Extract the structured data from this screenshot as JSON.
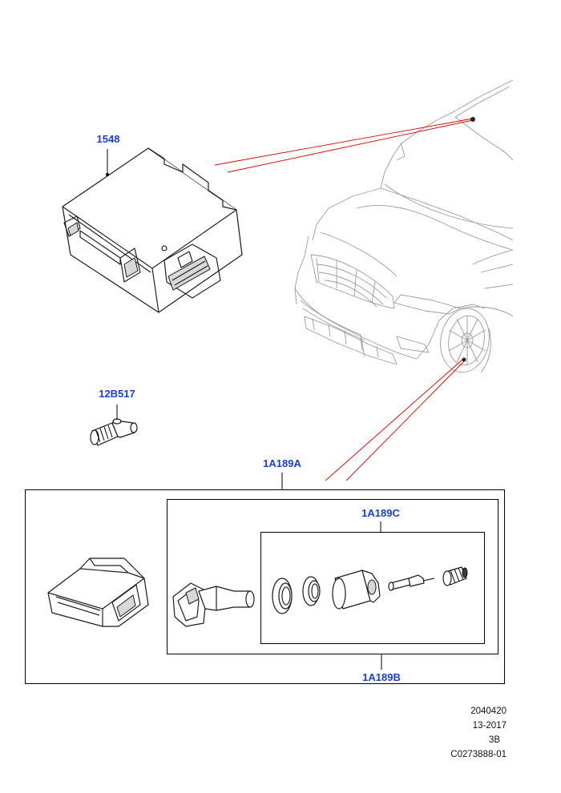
{
  "callouts": {
    "module": "1548",
    "valve_stem": "12B517",
    "sensor_kit": "1A189A",
    "sensor_assembly": "1A189B",
    "valve_kit": "1A189C"
  },
  "metadata": {
    "line1": "2040420",
    "line2": "13-2017",
    "line3": "3B",
    "line4": "C0273888-01"
  },
  "colors": {
    "callout_text": "#1a3fd0",
    "leader_red": "#e00000",
    "line_art": "#1a1a1a",
    "vehicle_outline": "#9a9a9a"
  }
}
